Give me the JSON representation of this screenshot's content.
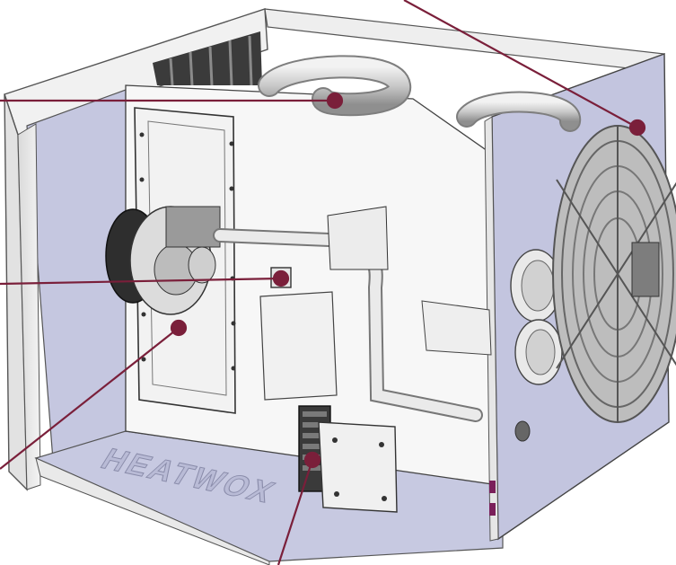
{
  "figure": {
    "watermark_text": "HEATWOX",
    "callout_color": "#7a1f3a",
    "panel_color": "#bfc2dd",
    "frame_color": "#e6e6e6",
    "callouts": [
      {
        "name": "top-right-callout",
        "target": "axial-fan"
      },
      {
        "name": "top-left-callout",
        "target": "heat-exchanger-tubes"
      },
      {
        "name": "middle-left-callout",
        "target": "burner-inspection-window"
      },
      {
        "name": "lower-left-callout",
        "target": "burner"
      },
      {
        "name": "bottom-callout",
        "target": "control-module"
      }
    ]
  }
}
